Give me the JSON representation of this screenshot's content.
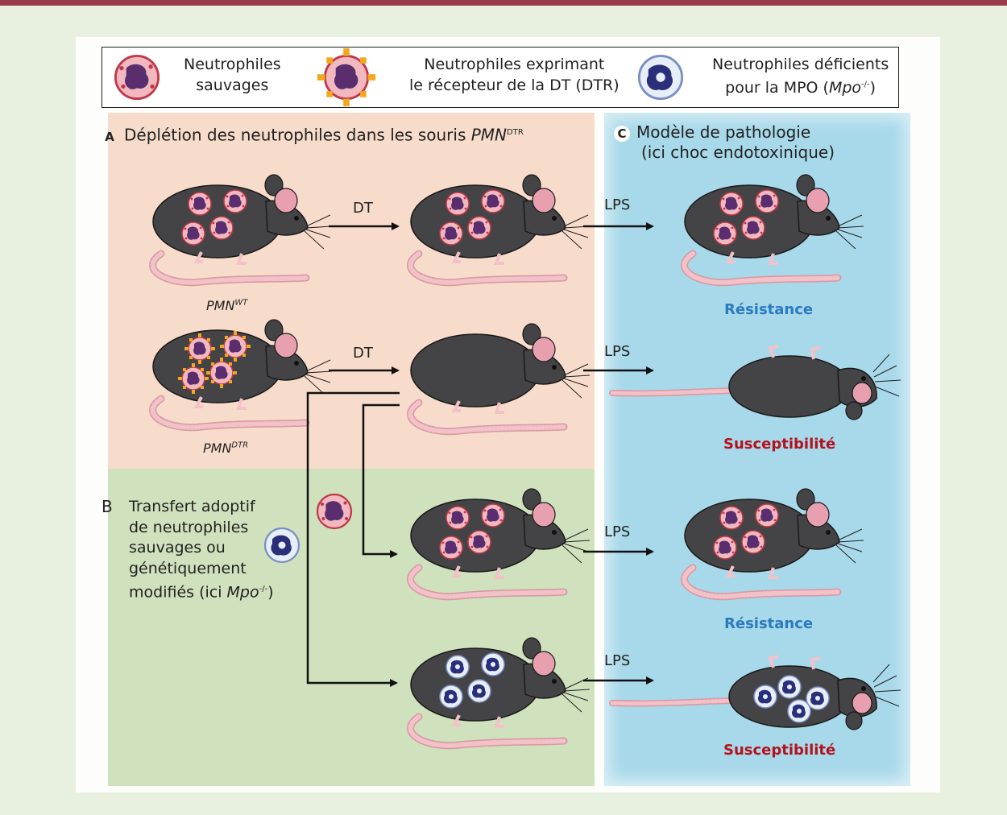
{
  "legend": {
    "wild_type": "Neutrophiles sauvages",
    "wild_type_l1": "Neutrophiles",
    "wild_type_l2": "sauvages",
    "dtr_l1": "Neutrophiles exprimant",
    "dtr_l2": "le récepteur de la DT (DTR)",
    "mpo_l1": "Neutrophiles déficients",
    "mpo_l2_prefix": "pour la MPO (",
    "mpo_l2_gene": "Mpo",
    "mpo_l2_sup": "-/-",
    "mpo_l2_suffix": ")"
  },
  "sections": {
    "a_letter": "A",
    "a_text": "Déplétion des neutrophiles dans les souris ",
    "a_gene": "PMN",
    "a_sup": "DTR",
    "b_letter": "B",
    "b_l1": "Transfert adoptif",
    "b_l2": "de neutrophiles",
    "b_l3": "sauvages ou",
    "b_l4": "génétiquement",
    "b_l5_prefix": "modifiés (ici ",
    "b_l5_gene": "Mpo",
    "b_l5_sup": "-/-",
    "b_l5_suffix": ")",
    "c_letter": "C",
    "c_l1": "Modèle de pathologie",
    "c_l2": "(ici choc endotoxinique)"
  },
  "genotypes": {
    "wt": "PMN",
    "wt_sup": "WT",
    "dtr": "PMN",
    "dtr_sup": "DTR"
  },
  "arrows": {
    "dt": "DT",
    "lps": "LPS"
  },
  "outcomes": {
    "resistance": "Résistance",
    "susceptibility": "Susceptibilité"
  },
  "colors": {
    "top_bar": "#9a3b4a",
    "zone_a": "#f8dccb",
    "zone_b": "#cfe1bd",
    "zone_c": "#a8d9ea",
    "resistance": "#2b7bbf",
    "susceptibility": "#b3121c",
    "mouse_body": "#444446",
    "tail": "#f3c2c8"
  }
}
